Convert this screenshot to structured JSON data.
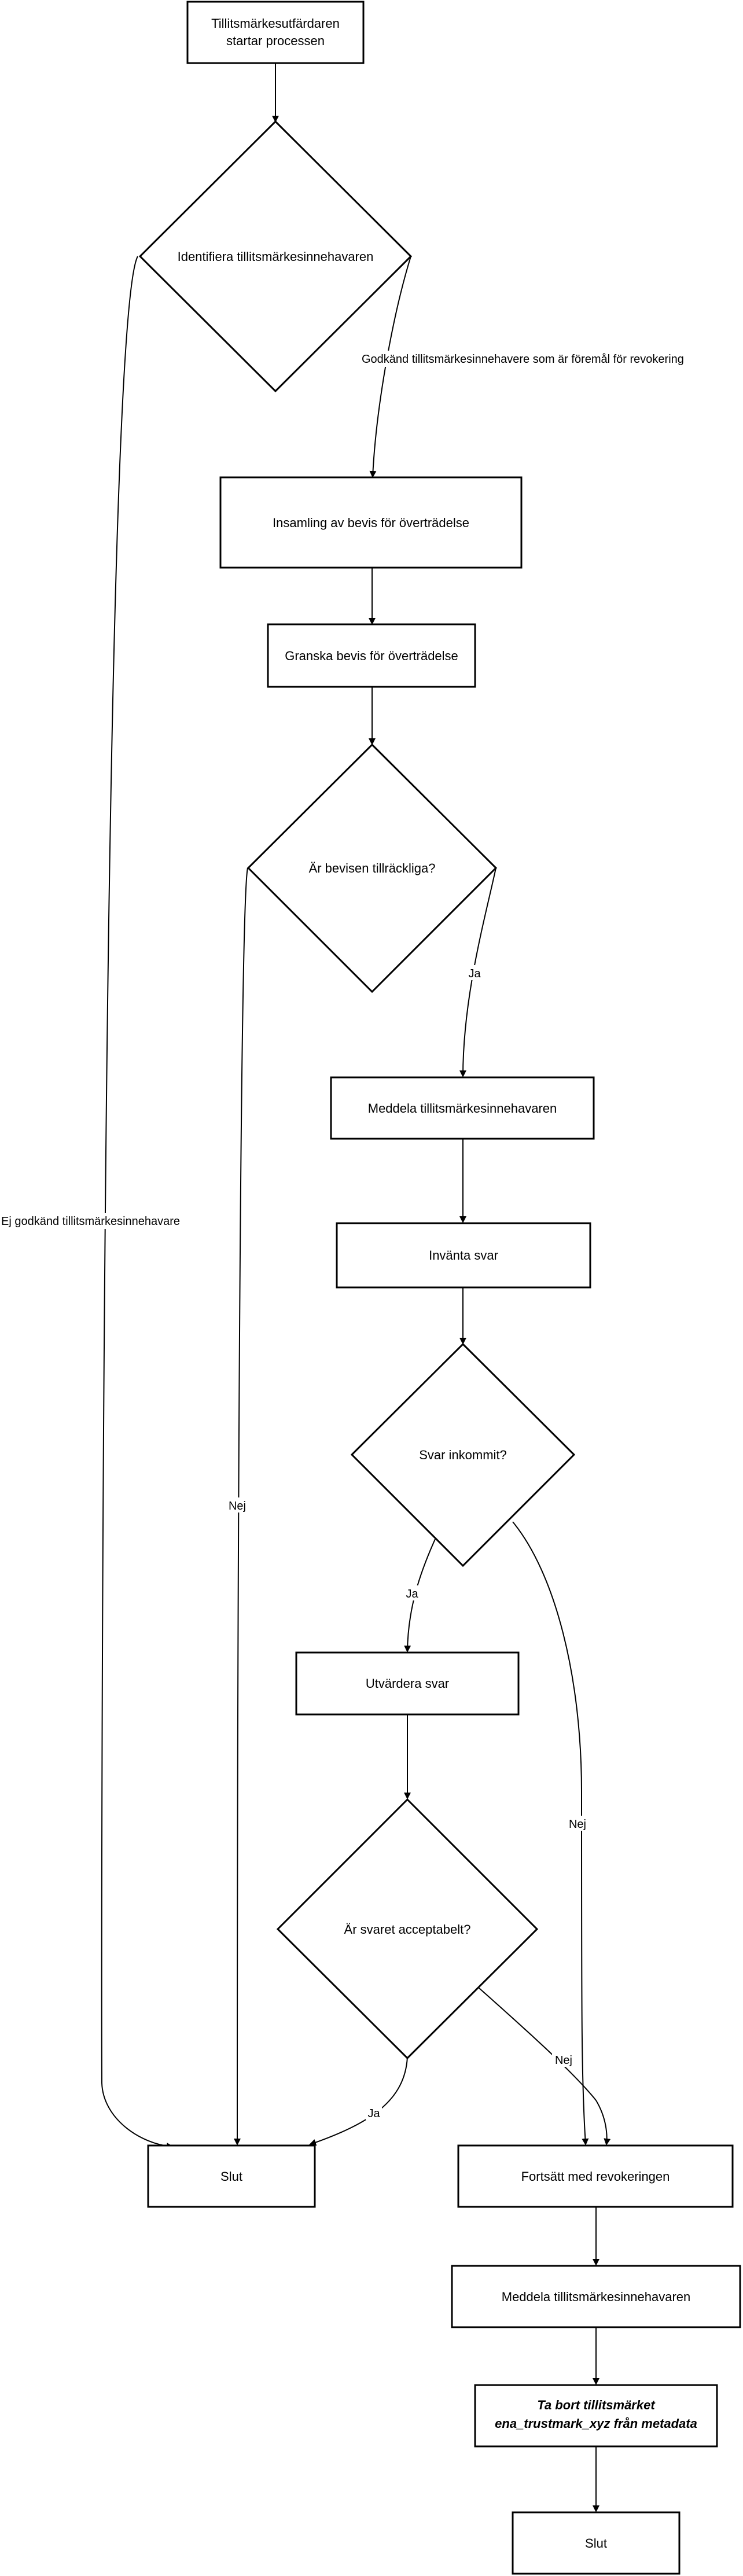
{
  "nodes": {
    "start": [
      "Tillitsmärkesutfärdaren",
      "startar processen"
    ],
    "identify": "Identifiera tillitsmärkesinnehavaren",
    "collect": "Insamling av bevis för överträdelse",
    "review": "Granska bevis för överträdelse",
    "sufficient": "Är bevisen tillräckliga?",
    "notify1": "Meddela tillitsmärkesinnehavaren",
    "await": "Invänta svar",
    "received": "Svar inkommit?",
    "evaluate": "Utvärdera svar",
    "acceptable": "Är svaret acceptabelt?",
    "end1": "Slut",
    "continue": "Fortsätt med revokeringen",
    "notify2": "Meddela tillitsmärkesinnehavaren",
    "remove": [
      "Ta bort tillitsmärket",
      "ena_trustmark_xyz från metadata"
    ],
    "end2": "Slut"
  },
  "edge_labels": {
    "approved": "Godkänd tillitsmärkesinnehavere som är föremål för revokering",
    "not_approved": "Ej godkänd tillitsmärkesinnehavare",
    "sufficient_yes": "Ja",
    "sufficient_no": "Nej",
    "received_yes": "Ja",
    "received_no": "Nej",
    "acceptable_yes": "Ja",
    "acceptable_no": "Nej"
  }
}
